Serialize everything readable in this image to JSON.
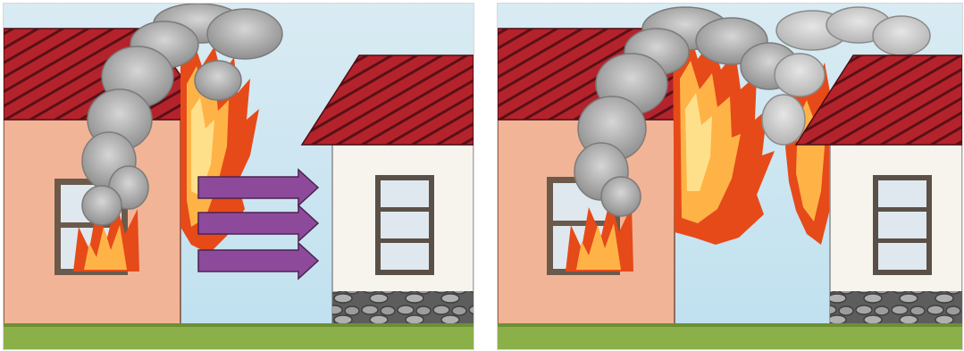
{
  "figure": {
    "panels": [
      {
        "id": "before",
        "elements": [
          "burning-house",
          "smoke",
          "flames",
          "heat-arrows",
          "neighbor-house"
        ]
      },
      {
        "id": "after",
        "elements": [
          "burning-house",
          "smoke",
          "flames",
          "burning-neighbor-house"
        ]
      }
    ]
  },
  "colors": {
    "sky": "#cfe3ee",
    "roof": "#b4232c",
    "roof_stripe": "#5a1016",
    "wall_left": "#f2b497",
    "wall_right": "#f7f4ee",
    "window_frame": "#6b5a4b",
    "window_glass": "#dfe8ee",
    "flame_outer": "#e64a19",
    "flame_inner": "#ffb347",
    "flame_core": "#ffe08a",
    "smoke": "#9e9e9e",
    "smoke_light": "#c9c9c9",
    "arrow": "#8e4a9a",
    "grass": "#8bb04a",
    "stone": "#8a8a8a"
  }
}
